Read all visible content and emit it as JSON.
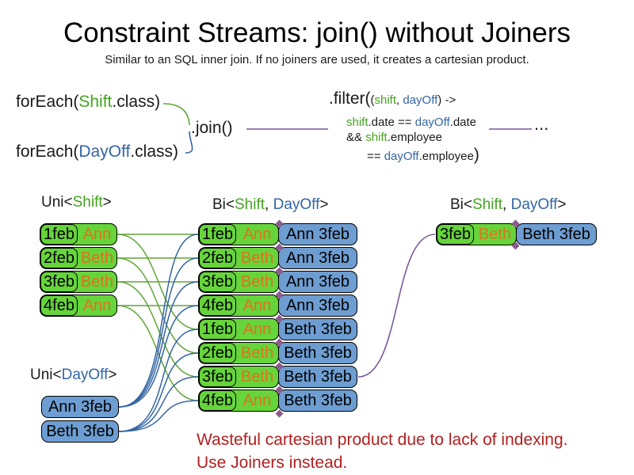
{
  "slide": {
    "title": "Constraint Streams: join() without Joiners",
    "subtitle": "Similar to an SQL inner join. If no joiners are used, it creates a cartesian product."
  },
  "colors": {
    "green_fill": "#66d43a",
    "blue_fill": "#6d9dd1",
    "green_text": "#44a41f",
    "blue_text": "#3465a4",
    "orange_text": "#e0711c",
    "warning_text": "#b22020",
    "green_line": "#62a437",
    "blue_line": "#3465a4",
    "purple_line": "#7a5a9b",
    "diamond": "#8d5a8d"
  },
  "code": {
    "foreach_shift": [
      {
        "t": "forEach(",
        "c": "black"
      },
      {
        "t": "Shift",
        "c": "green"
      },
      {
        "t": ".class)",
        "c": "black"
      }
    ],
    "foreach_dayoff": [
      {
        "t": "forEach(",
        "c": "black"
      },
      {
        "t": "DayOff",
        "c": "blue"
      },
      {
        "t": ".class)",
        "c": "black"
      }
    ],
    "join_label": ".join()",
    "filter_open": ".filter(",
    "filter_line1_small": [
      {
        "t": "(",
        "c": "black"
      },
      {
        "t": "shift",
        "c": "green"
      },
      {
        "t": ", ",
        "c": "black"
      },
      {
        "t": "dayOff",
        "c": "blue"
      },
      {
        "t": ") ->",
        "c": "black"
      }
    ],
    "filter_line2": [
      {
        "t": "shift",
        "c": "green"
      },
      {
        "t": ".date == ",
        "c": "black"
      },
      {
        "t": "dayOff",
        "c": "blue"
      },
      {
        "t": ".date",
        "c": "black"
      }
    ],
    "filter_line3": [
      {
        "t": "&& ",
        "c": "black"
      },
      {
        "t": "shift",
        "c": "green"
      },
      {
        "t": ".employee",
        "c": "black"
      }
    ],
    "filter_line4_small": [
      {
        "t": "== ",
        "c": "black"
      },
      {
        "t": "dayOff",
        "c": "blue"
      },
      {
        "t": ".employee",
        "c": "black"
      }
    ],
    "filter_close": ")",
    "ellipsis": "..."
  },
  "labels": {
    "uni_shift": [
      {
        "t": "Uni<",
        "c": "black"
      },
      {
        "t": "Shift",
        "c": "green"
      },
      {
        "t": ">",
        "c": "black"
      }
    ],
    "bi_mid": [
      {
        "t": "Bi<",
        "c": "black"
      },
      {
        "t": "Shift",
        "c": "green"
      },
      {
        "t": ", ",
        "c": "black"
      },
      {
        "t": "DayOff",
        "c": "blue"
      },
      {
        "t": ">",
        "c": "black"
      }
    ],
    "bi_right": [
      {
        "t": "Bi<",
        "c": "black"
      },
      {
        "t": "Shift",
        "c": "green"
      },
      {
        "t": ", ",
        "c": "black"
      },
      {
        "t": "DayOff",
        "c": "blue"
      },
      {
        "t": ">",
        "c": "black"
      }
    ],
    "uni_dayoff": [
      {
        "t": "Uni<",
        "c": "black"
      },
      {
        "t": "DayOff",
        "c": "blue"
      },
      {
        "t": ">",
        "c": "black"
      }
    ]
  },
  "tables": {
    "shift": [
      {
        "date": "1feb",
        "name": "Ann"
      },
      {
        "date": "2feb",
        "name": "Beth"
      },
      {
        "date": "3feb",
        "name": "Beth"
      },
      {
        "date": "4feb",
        "name": "Ann"
      }
    ],
    "mid": [
      {
        "date": "1feb",
        "name": "Ann",
        "dayoff": "Ann 3feb"
      },
      {
        "date": "2feb",
        "name": "Beth",
        "dayoff": "Ann 3feb"
      },
      {
        "date": "3feb",
        "name": "Beth",
        "dayoff": "Ann 3feb"
      },
      {
        "date": "4feb",
        "name": "Ann",
        "dayoff": "Ann 3feb"
      },
      {
        "date": "1feb",
        "name": "Ann",
        "dayoff": "Beth 3feb"
      },
      {
        "date": "2feb",
        "name": "Beth",
        "dayoff": "Beth 3feb"
      },
      {
        "date": "3feb",
        "name": "Beth",
        "dayoff": "Beth 3feb"
      },
      {
        "date": "4feb",
        "name": "Ann",
        "dayoff": "Beth 3feb"
      }
    ],
    "right": [
      {
        "date": "3feb",
        "name": "Beth",
        "dayoff": "Beth 3feb"
      }
    ],
    "dayoff": [
      {
        "label": "Ann 3feb"
      },
      {
        "label": "Beth 3feb"
      }
    ]
  },
  "links": {
    "green": [
      [
        0,
        0
      ],
      [
        1,
        1
      ],
      [
        2,
        2
      ],
      [
        3,
        3
      ],
      [
        0,
        4
      ],
      [
        1,
        5
      ],
      [
        2,
        6
      ],
      [
        3,
        7
      ]
    ],
    "ann_to": [
      0,
      1,
      2,
      3
    ],
    "beth_to": [
      4,
      5,
      6,
      7
    ],
    "purple_from_mid_row": 6,
    "purple_to_right_row": 0
  },
  "warning": {
    "line1": "Wasteful cartesian product due to lack of indexing.",
    "line2": "Use Joiners instead."
  }
}
